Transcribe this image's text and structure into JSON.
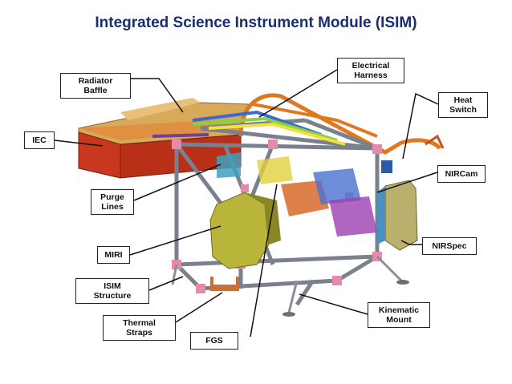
{
  "title": "Integrated Science Instrument Module (ISIM)",
  "labels": {
    "radiator_baffle": "Radiator\nBaffle",
    "electrical_harness": "Electrical\nHarness",
    "heat_switch": "Heat\nSwitch",
    "iec": "IEC",
    "nircam": "NIRCam",
    "purge_lines": "Purge\nLines",
    "nirspec": "NIRSpec",
    "miri": "MIRI",
    "isim_structure": "ISIM\nStructure",
    "kinematic_mount": "Kinematic\nMount",
    "thermal_straps": "Thermal\nStraps",
    "fgs": "FGS"
  },
  "colors": {
    "title": "#1a2d6e",
    "iec": "#c8381e",
    "radiator_baffle": "#d9a95a",
    "structure": "#a8b0bc",
    "harness": "#e07820",
    "miri": "#b9b53a",
    "nirspec": "#b8b06c"
  }
}
